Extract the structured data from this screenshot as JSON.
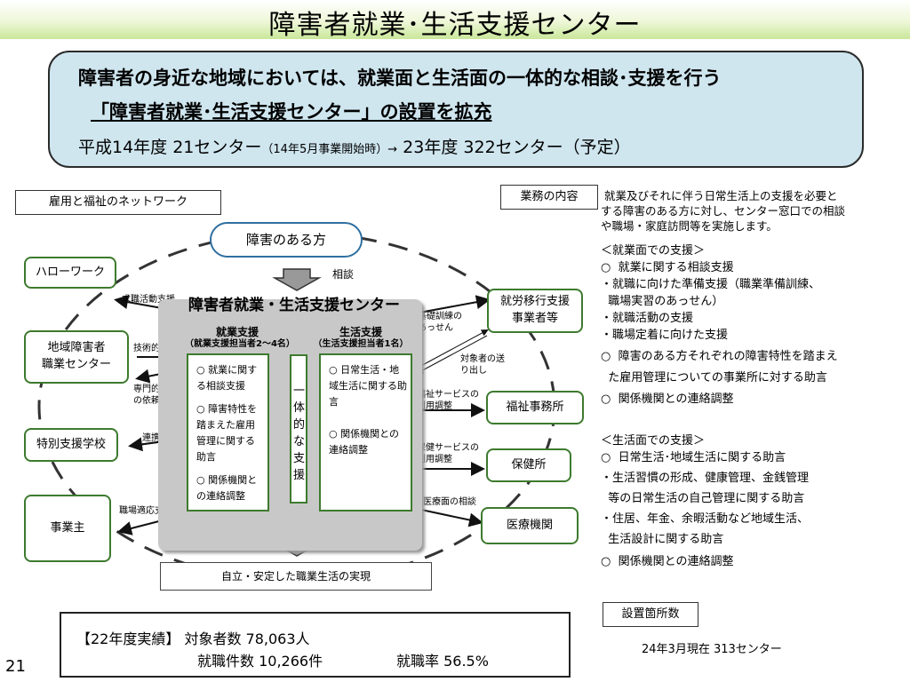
{
  "title": "障害者就業･生活支援センター",
  "summary": {
    "line1": "障害者の身近な地域においては、就業面と生活面の一体的な相談･支援を行う",
    "line2": "「障害者就業･生活支援センター」の設置を拡充",
    "line3_main": "平成14年度 21センター",
    "line3_small": "（14年5月事業開始時）→",
    "line3_end": "23年度 322センター（予定）"
  },
  "network_label": "雇用と福祉のネットワーク",
  "person": "障害のある方",
  "consult": "相談",
  "left_boxes": {
    "hellowork": "ハローワーク",
    "vocational_center": "地域障害者\n職業センター",
    "special_school": "特別支援学校",
    "employer": "事業主"
  },
  "right_boxes": {
    "transition": "就労移行支援\n事業者等",
    "welfare_office": "福祉事務所",
    "health_center": "保健所",
    "medical": "医療機関"
  },
  "center": {
    "title": "障害者就業・生活支援センター",
    "work_head": "就業支援",
    "work_sub": "（就業支援担当者2～4名）",
    "life_head": "生活支援",
    "life_sub": "（生活支援担当者1名）",
    "work_items": [
      "○ 就業に関する相談支援",
      "○ 障害特性を踏まえた雇用管理に関する助言",
      "○ 関係機関との連絡調整"
    ],
    "unified": "一体的な支援",
    "life_items": [
      "○ 日常生活・地域生活に関する助言",
      "○ 関係機関との連絡調整"
    ]
  },
  "arrow_labels": {
    "job_search": "求職活動支援",
    "technical": "技術的支援",
    "specialist": "専門的支援\nの依頼",
    "coop": "連携",
    "adaptation": "職場適応支援",
    "basic_training": "基礎訓練の\nあっせん",
    "referral": "対象者の送\nり出し",
    "welfare_use": "福祉サービスの\n利用調整",
    "health_use": "保健サービスの\n利用調整",
    "medical_consult": "医療面の相談"
  },
  "outcome": "自立・安定した職業生活の実現",
  "duties": {
    "tag": "業務の内容",
    "intro": [
      " 就業及びそれに伴う日常生活上の支援を必要と",
      "する障害のある方に対し、センター窓口での相談",
      "や職場・家庭訪問等を実施します。"
    ],
    "work_head": "＜就業面での支援＞",
    "work_lines": [
      "○  就業に関する相談支援",
      "・就職に向けた準備支援（職業準備訓練、",
      "  職場実習のあっせん）",
      "・就職活動の支援",
      "・職場定着に向けた支援",
      "○  障害のある方それぞれの障害特性を踏まえ",
      "  た雇用管理についての事業所に対する助言",
      "○  関係機関との連絡調整"
    ],
    "life_head": "＜生活面での支援＞",
    "life_lines": [
      "○  日常生活･地域生活に関する助言",
      "・生活習慣の形成、健康管理、金銭管理",
      "  等の日常生活の自己管理に関する助言",
      "・住居、年金、余暇活動など地域生活、",
      "  生活設計に関する助言",
      "○  関係機関との連絡調整"
    ]
  },
  "locations": {
    "tag": "設置箇所数",
    "value": "24年3月現在  313センター"
  },
  "results": {
    "label": "【22年度実績】 対象者数  78,063人",
    "jobs": "就職件数  10,266件",
    "rate": "就職率  56.5%"
  },
  "page_number": "21",
  "colors": {
    "title_gradient_end": "#c9e79a",
    "summary_bg": "#cfe6ef",
    "box_border": "#3d7a2e",
    "pill_border": "#2f6fa0",
    "center_bg": "#c8c8c8"
  }
}
